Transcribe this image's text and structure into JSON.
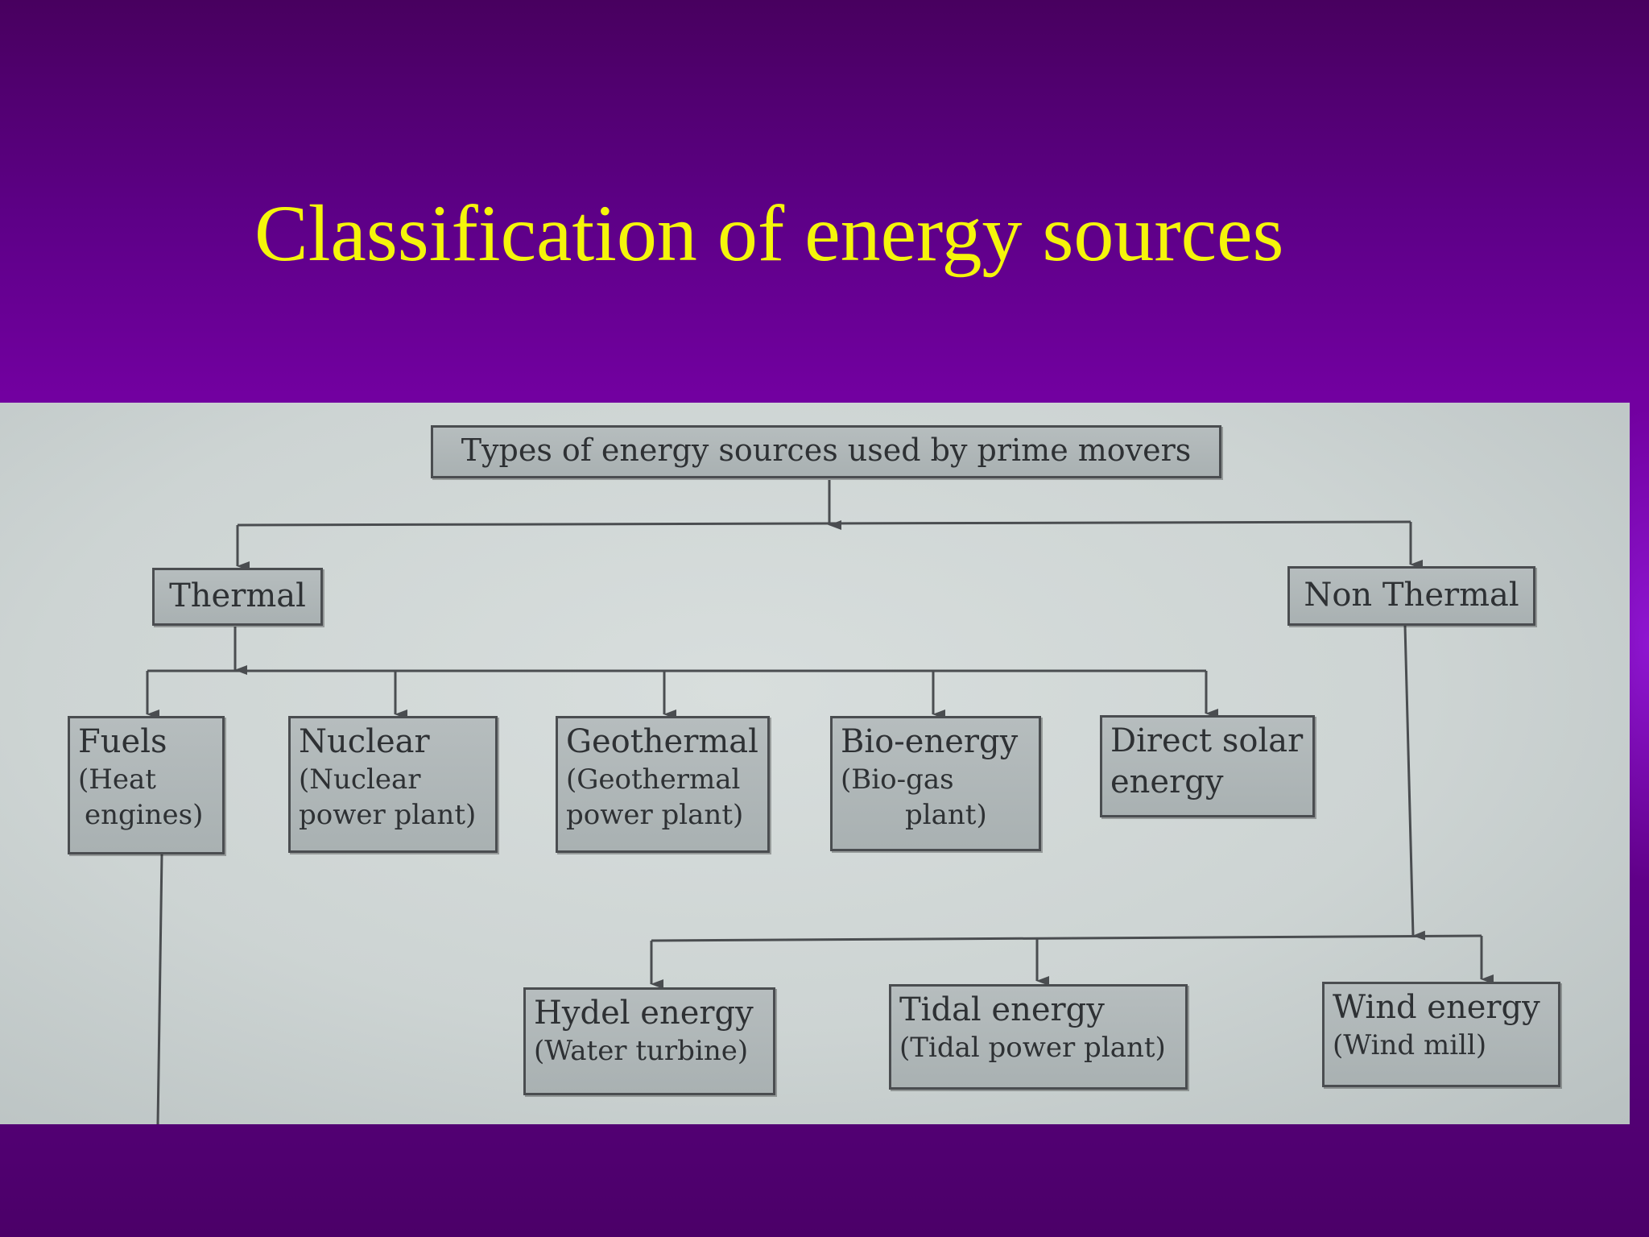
{
  "slide": {
    "title": "Classification of energy sources",
    "colors": {
      "title": "#f5f50a",
      "background": "#6e009b",
      "paper": "#cdd4d3"
    }
  },
  "diagram": {
    "root": "Types of energy sources used by prime movers",
    "thermal": {
      "label": "Thermal",
      "children": [
        {
          "name": "Fuels",
          "line1": "(Heat",
          "line2": "engines)"
        },
        {
          "name": "Nuclear",
          "line1": "(Nuclear",
          "line2": "power plant)"
        },
        {
          "name": "Geothermal",
          "line1": "(Geothermal",
          "line2": "power plant)"
        },
        {
          "name": "Bio-energy",
          "line1": "(Bio-gas",
          "line2": "plant)"
        },
        {
          "name": "Direct solar",
          "line1": "energy"
        }
      ]
    },
    "non_thermal": {
      "label": "Non Thermal",
      "children": [
        {
          "name": "Hydel energy",
          "line1": "(Water turbine)"
        },
        {
          "name": "Tidal energy",
          "line1": "(Tidal power plant)"
        },
        {
          "name": "Wind energy",
          "line1": "(Wind mill)"
        }
      ]
    }
  }
}
